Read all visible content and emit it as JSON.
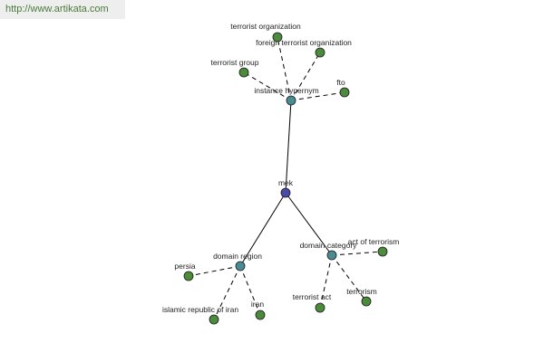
{
  "watermark": "http://www.artikata.com",
  "colors": {
    "root": "#4a4aa8",
    "relation": "#4a8c94",
    "leaf": "#4b8b3b"
  },
  "nodes": {
    "root": "mek",
    "instance_hypernym": "instance hypernym",
    "terrorist_organization": "terrorist organization",
    "foreign_terrorist_organization": "foreign terrorist organization",
    "terrorist_group": "terrorist group",
    "fto": "fto",
    "domain_region": "domain region",
    "persia": "persia",
    "islamic_republic_of_iran": "islamic republic of iran",
    "iran": "iran",
    "domain_category": "domain category",
    "act_of_terrorism": "act of terrorism",
    "terrorist_act": "terrorist act",
    "terrorism": "terrorism"
  }
}
